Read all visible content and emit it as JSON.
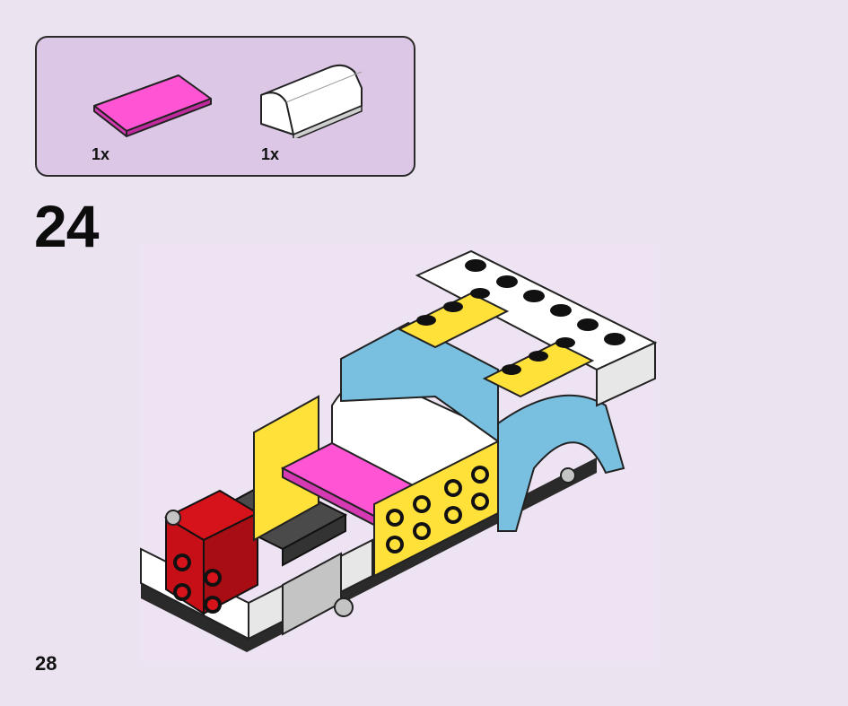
{
  "parts_list": {
    "items": [
      {
        "quantity": "1x",
        "icon": "pink-tile-2x4-icon",
        "color": "#ff55d4"
      },
      {
        "quantity": "1x",
        "icon": "white-curved-slope-icon",
        "color": "#ffffff"
      }
    ]
  },
  "step": {
    "number": "24"
  },
  "page": {
    "number": "28"
  },
  "colors": {
    "background": "#ece3f1",
    "parts_box": "#dcc8e6",
    "pink": "#ff55d4",
    "yellow": "#ffe13a",
    "light_blue": "#78bfe0",
    "red": "#d6121b",
    "dark_gray": "#3e3e3e",
    "white": "#ffffff"
  }
}
